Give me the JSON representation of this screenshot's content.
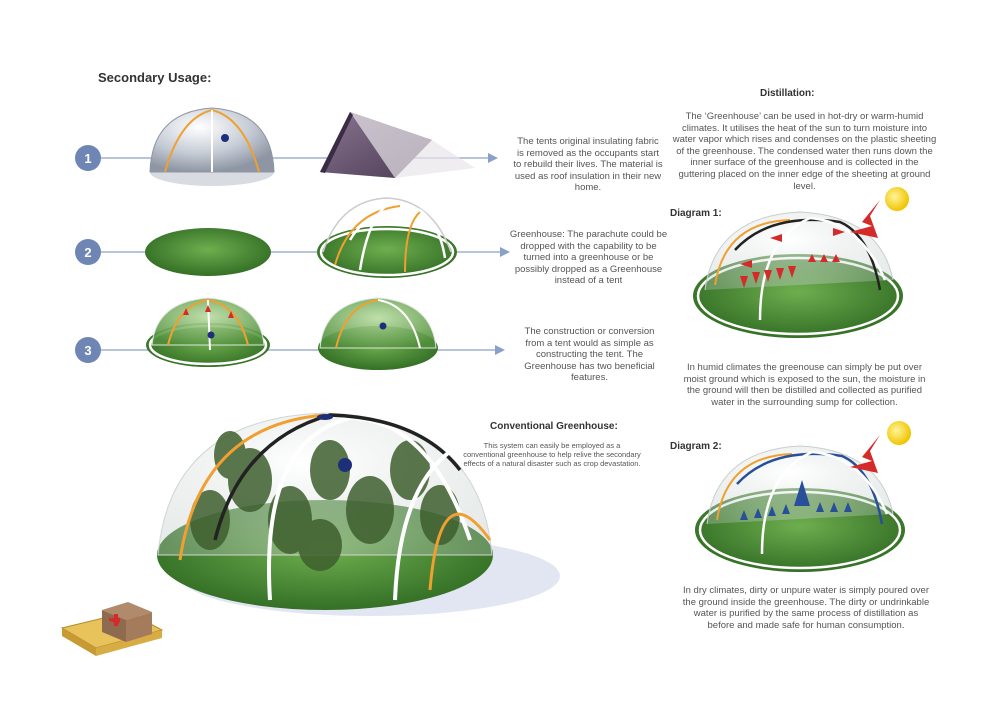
{
  "headings": {
    "secondary_usage": "Secondary Usage:",
    "distillation": "Distillation:",
    "diagram1": "Diagram 1:",
    "diagram2": "Diagram 2:",
    "conventional": "Conventional Greenhouse:"
  },
  "steps": [
    {
      "number": "1",
      "text": "The tents original insulating fabric is removed as the occupants start to rebuild their lives.  The material is used as roof insulation in their new home."
    },
    {
      "number": "2",
      "text": "Greenhouse: The parachute could be dropped with the capability to be turned into a greenhouse or be possibly dropped as a Greenhouse instead of a tent"
    },
    {
      "number": "3",
      "text": "The construction or conversion from a tent would as simple as constructing the tent. The Greenhouse has two beneficial features."
    }
  ],
  "distillation_text": "The ‘Greenhouse’ can be used in hot-dry or warm-humid climates. It utilises the heat of the sun to turn moisture into water vapor which rises and condenses on the plastic sheeting of the greenhouse. The condensed water then runs down the inner surface of the greenhouse and is collected in the guttering placed on the inner edge of the sheeting at ground level.",
  "diagram1_text": "In humid climates the greenouse can simply be put over moist ground which is exposed to the sun, the moisture in the ground will then be distilled and collected as purified water in the surrounding sump for collection.",
  "diagram2_text": "In dry climates, dirty or unpure water is simply poured over the ground inside the greenhouse. The dirty or undrinkable water is purified by the same process of distillation as before and made safe for human consumption.",
  "conventional_text": "This system can easily be employed as a conventional greenhouse to help relive the secondary effects of a natural disaster such as crop devastation.",
  "colors": {
    "step_circle": "#6f86b4",
    "grass": "#4f8f3a",
    "grass_dark": "#2f6a22",
    "sun": "#f7d51d",
    "arrow_red": "#d42a2a",
    "arrow_blue": "#2a4f9a",
    "connector": "#8aa0c8"
  }
}
